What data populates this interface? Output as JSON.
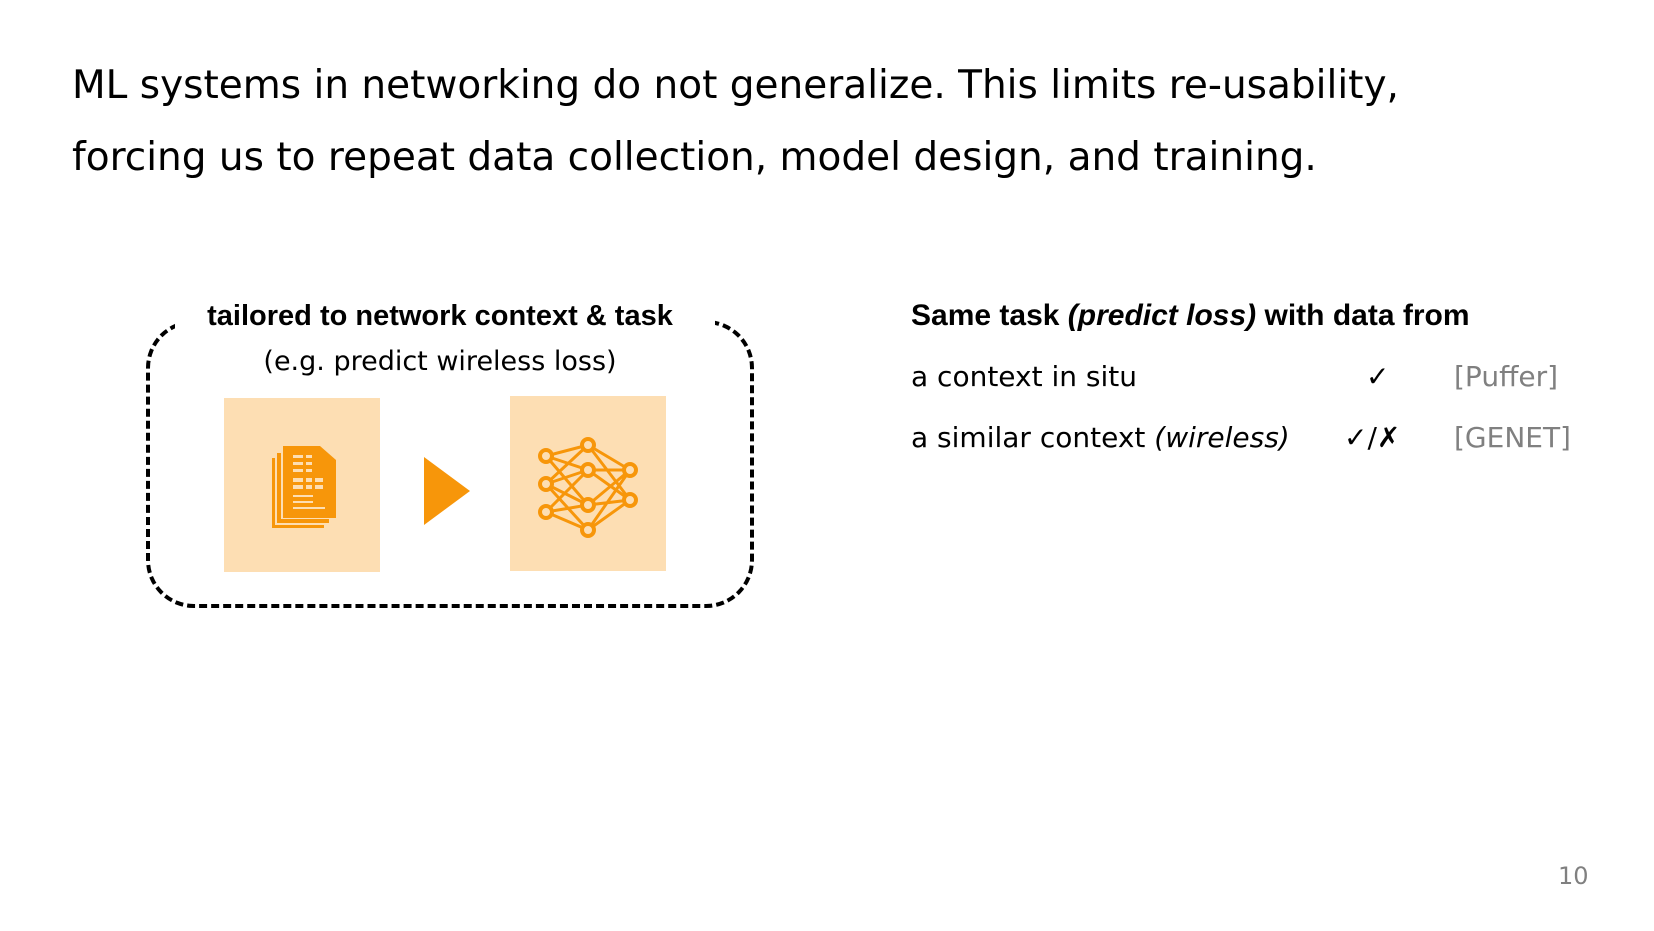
{
  "title": {
    "line1": "ML systems in networking do not generalize. This limits re-usability,",
    "line2": "forcing us to repeat data collection, model design, and training."
  },
  "diagram": {
    "heading": "tailored to network context & task",
    "subheading": "(e.g. predict wireless loss)",
    "left_icon": "documents-icon",
    "arrow_icon": "play-arrow-icon",
    "right_icon": "neural-network-icon",
    "accent_color": "#f7960a",
    "fill_color": "#fddeb3"
  },
  "comparison": {
    "heading_pre": "Same task",
    "heading_italic": "(predict loss)",
    "heading_post": "with data from",
    "rows": [
      {
        "label": "a context in situ",
        "label_italic": "",
        "mark": "✓",
        "ref": "[Puffer]"
      },
      {
        "label": "a similar context",
        "label_italic": "(wireless)",
        "mark": "✓/✗",
        "ref": "[GENET]"
      }
    ]
  },
  "page_number": "10"
}
